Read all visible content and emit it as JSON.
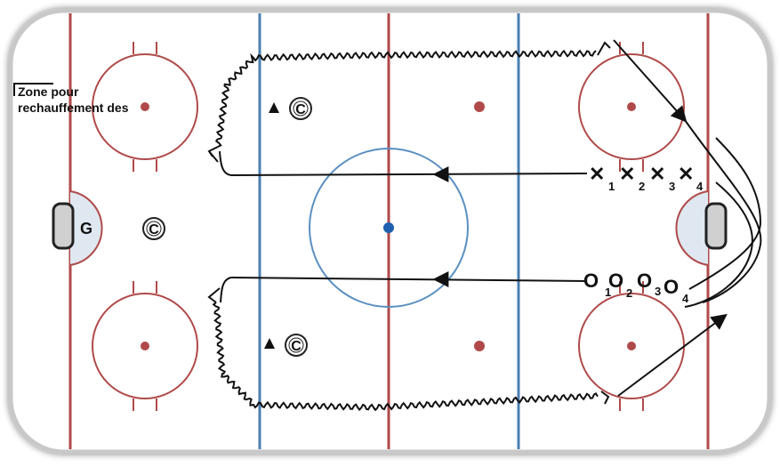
{
  "title_label": {
    "line1": "Zone pour",
    "line2": "rechauffement des"
  },
  "goalie": {
    "label": "G"
  },
  "coach_symbol": "C",
  "players_x": [
    {
      "mark": "✕",
      "num": "1"
    },
    {
      "mark": "✕",
      "num": "2"
    },
    {
      "mark": "✕",
      "num": "3"
    },
    {
      "mark": "✕",
      "num": "4"
    }
  ],
  "players_o": [
    {
      "mark": "O",
      "num": "1"
    },
    {
      "mark": "O",
      "num": "2"
    },
    {
      "mark": "O",
      "num": "3"
    },
    {
      "mark": "O",
      "num": "4"
    }
  ],
  "colors": {
    "board": "#8a8a8a",
    "red_line": "#b04a4a",
    "blue_line": "#4a7fb0",
    "faceoff_circle": "#b04a4a",
    "center_circle": "#5a8fc0",
    "crease_fill": "#dfe8f0",
    "path": "#111111"
  }
}
